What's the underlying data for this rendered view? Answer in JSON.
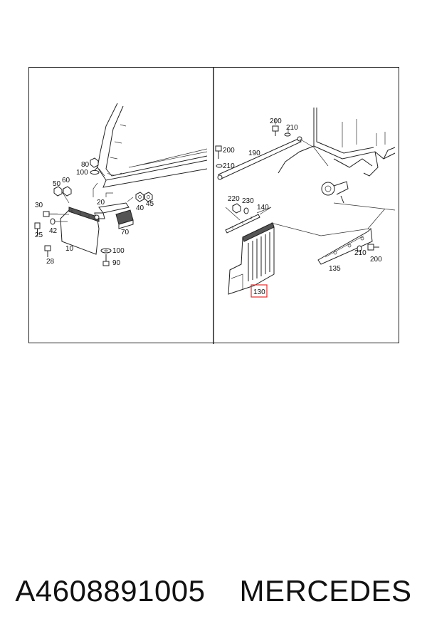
{
  "diagram": {
    "left_labels": {
      "c80": "80",
      "c100a": "100",
      "c50": "50",
      "c60": "60",
      "c20": "20",
      "c40": "40",
      "c45": "45",
      "c30": "30",
      "c42": "42",
      "c70": "70",
      "c25": "25",
      "c10": "10",
      "c100b": "100",
      "c28": "28",
      "c90": "90"
    },
    "right_labels": {
      "c200a": "200",
      "c210a": "210",
      "c200b": "200",
      "c190": "190",
      "c210b": "210",
      "c220": "220",
      "c230": "230",
      "c140": "140",
      "c210c": "210",
      "c200c": "200",
      "c135": "135",
      "c130": "130"
    },
    "highlight_color": "#e03030"
  },
  "caption": {
    "part_number": "A4608891005",
    "brand": "MERCEDES"
  }
}
